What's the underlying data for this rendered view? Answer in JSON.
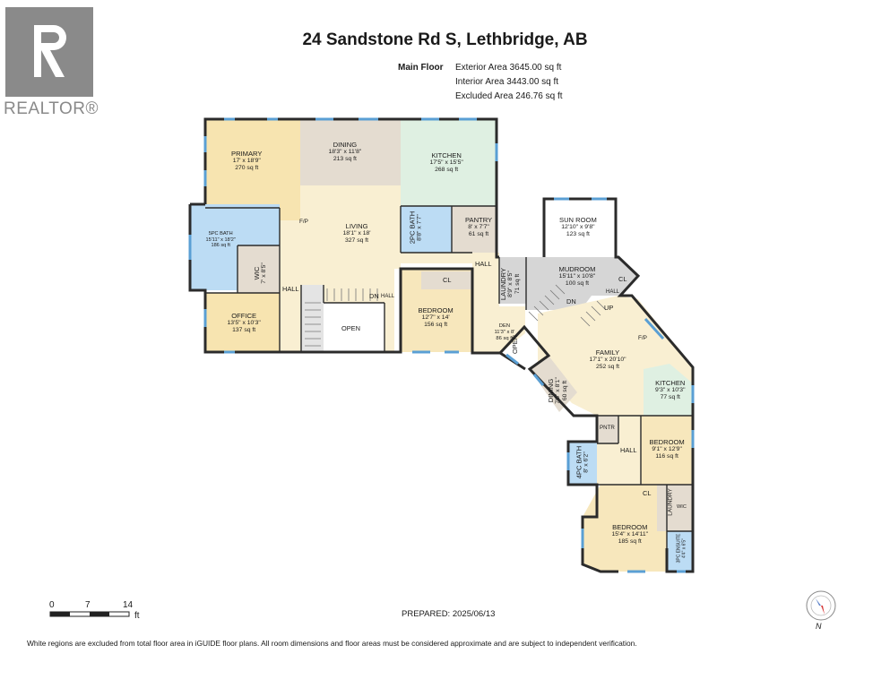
{
  "header": {
    "title": "24 Sandstone Rd S, Lethbridge, AB",
    "floor_label": "Main Floor",
    "exterior_area": "Exterior Area 3645.00 sq ft",
    "interior_area": "Interior Area 3443.00 sq ft",
    "excluded_area": "Excluded Area 246.76 sq ft"
  },
  "logo": {
    "text": "REALTOR®",
    "icon": "realtor-r-logo"
  },
  "rooms": {
    "primary": {
      "name": "PRIMARY",
      "dims": "17' x 18'9\"",
      "area": "270 sq ft"
    },
    "dining": {
      "name": "DINING",
      "dims": "18'3\" x 11'8\"",
      "area": "213 sq ft"
    },
    "kitchen": {
      "name": "KITCHEN",
      "dims": "17'5\" x 15'5\"",
      "area": "268 sq ft"
    },
    "living": {
      "name": "LIVING",
      "dims": "18'1\" x 18'",
      "area": "327 sq ft"
    },
    "bath5": {
      "name": "5PC BATH",
      "dims": "15'11\" x 18'2\"",
      "area": "186 sq ft"
    },
    "wic1": {
      "name": "WIC",
      "dims": "7' x 8'5\""
    },
    "bath2": {
      "name": "2PC BATH",
      "dims": "8'8\" x 7'7\""
    },
    "pantry": {
      "name": "PANTRY",
      "dims": "8' x 7'7\"",
      "area": "61 sq ft"
    },
    "office": {
      "name": "OFFICE",
      "dims": "13'5\" x 10'3\"",
      "area": "137 sq ft"
    },
    "bedroom1": {
      "name": "BEDROOM",
      "dims": "12'7\" x 14'",
      "area": "156 sq ft"
    },
    "den": {
      "name": "DEN",
      "dims": "11'3\" x 8'",
      "area": "86 sq ft"
    },
    "laundry1": {
      "name": "LAUNDRY",
      "dims": "8'9\" x 8'5\"",
      "area": "71 sq ft"
    },
    "mudroom": {
      "name": "MUDROOM",
      "dims": "15'11\" x 10'8\"",
      "area": "100 sq ft"
    },
    "sunroom": {
      "name": "SUN ROOM",
      "dims": "12'10\" x 9'8\"",
      "area": "123 sq ft"
    },
    "family": {
      "name": "FAMILY",
      "dims": "17'1\" x 20'10\"",
      "area": "252 sq ft"
    },
    "dining2": {
      "name": "DINING",
      "dims": "7'5\" x 8'1\"",
      "area": "60 sq ft"
    },
    "kitchen2": {
      "name": "KITCHEN",
      "dims": "9'3\" x 10'3\"",
      "area": "77 sq ft"
    },
    "bedroom2": {
      "name": "BEDROOM",
      "dims": "9'1\" x 12'9\"",
      "area": "116 sq ft"
    },
    "bath4": {
      "name": "4PC BATH",
      "dims": "8' x 6'2\""
    },
    "bedroom3": {
      "name": "BEDROOM",
      "dims": "15'4\" x 14'11\"",
      "area": "185 sq ft"
    },
    "ensuite": {
      "name": "3PC ENSUITE",
      "dims": "4'4\" x 6'5\""
    }
  },
  "labels": {
    "hall_left": "HALL",
    "dn": "DN",
    "hall_small": "HALL",
    "open1": "OPEN",
    "hall_mid": "HALL",
    "cl1": "CL",
    "cl2": "CL",
    "open2": "OPEN",
    "dn2": "DN",
    "up": "UP",
    "hall_up": "HALL",
    "fp1": "F/P",
    "fp2": "F/P",
    "pntr": "PNTR",
    "hall_lower": "HALL",
    "cl3": "CL",
    "laundry2": "LAUNDRY",
    "wic2": "WIC"
  },
  "scale_bar": {
    "t0": "0",
    "t1": "7",
    "t2": "14",
    "unit": "ft"
  },
  "prepared": "PREPARED: 2025/06/13",
  "compass": {
    "label": "N",
    "icon": "compass-icon"
  },
  "footer": "White regions are excluded from total floor area in iGUIDE floor plans. All room dimensions and floor areas must be considered approximate and are subject to independent verification.",
  "colors": {
    "wall": "#2b2b2b",
    "primary": "#f7e4b0",
    "dining": "#e4dcd0",
    "kitchen": "#dff0e2",
    "living": "#f9efd2",
    "bath": "#bcdcf4",
    "bedroom": "#f7e7bc",
    "gray": "#d6d6d6",
    "window": "#5a9fd4"
  }
}
